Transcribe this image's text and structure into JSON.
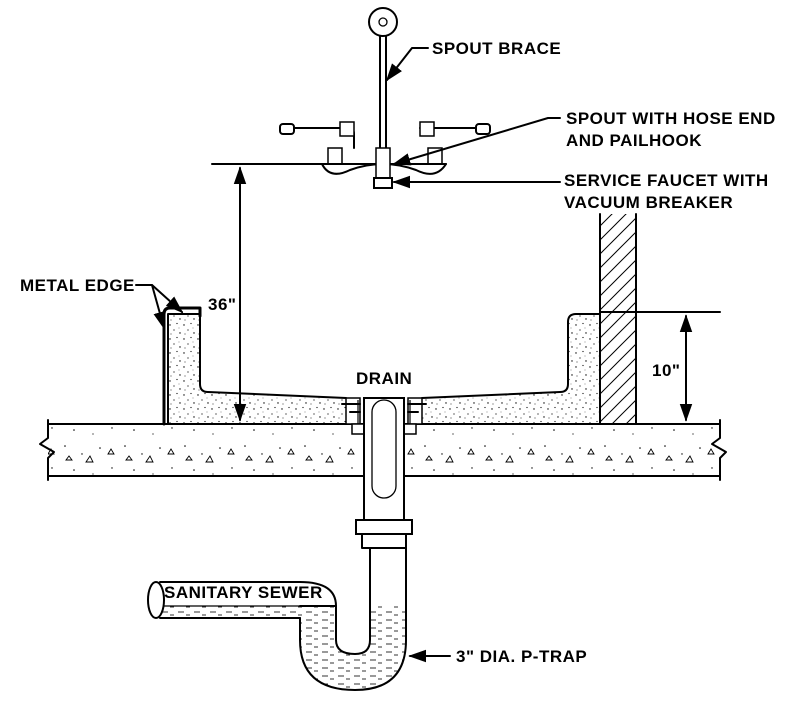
{
  "labels": {
    "spout_brace": "SPOUT BRACE",
    "spout_line1": "SPOUT WITH HOSE END",
    "spout_line2": "AND PAILHOOK",
    "faucet_line1": "SERVICE FAUCET WITH",
    "faucet_line2": "VACUUM BREAKER",
    "metal_edge": "METAL EDGE",
    "dim_36": "36\"",
    "dim_10": "10\"",
    "drain": "DRAIN",
    "sanitary_sewer": "SANITARY SEWER",
    "p_trap": "3\" DIA. P-TRAP"
  }
}
